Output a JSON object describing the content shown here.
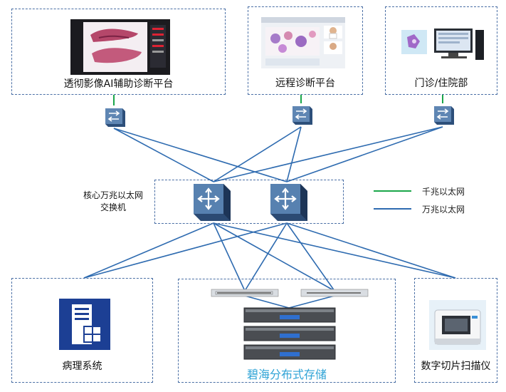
{
  "nodes": {
    "ai_platform": "透彻影像AI辅助诊断平台",
    "remote_platform": "远程诊断平台",
    "outpatient": "门诊/住院部",
    "core_switch": "核心万兆以太网\n交换机",
    "pathology": "病理系统",
    "storage": "碧海分布式存储",
    "scanner": "数字切片扫描仪"
  },
  "legend": {
    "gigabit": "千兆以太网",
    "ten_gigabit": "万兆以太网"
  },
  "colors": {
    "gigabit": "#1aa64a",
    "ten_gigabit": "#2e6bb0",
    "border": "#4a6fa5",
    "storage_text": "#2fa3d6"
  },
  "icons": {
    "access_switch": "access-switch-icon",
    "core_router": "core-router-icon",
    "pathology": "server-tower-icon",
    "storage": "storage-rack-icon",
    "scanner": "slide-scanner-icon"
  }
}
